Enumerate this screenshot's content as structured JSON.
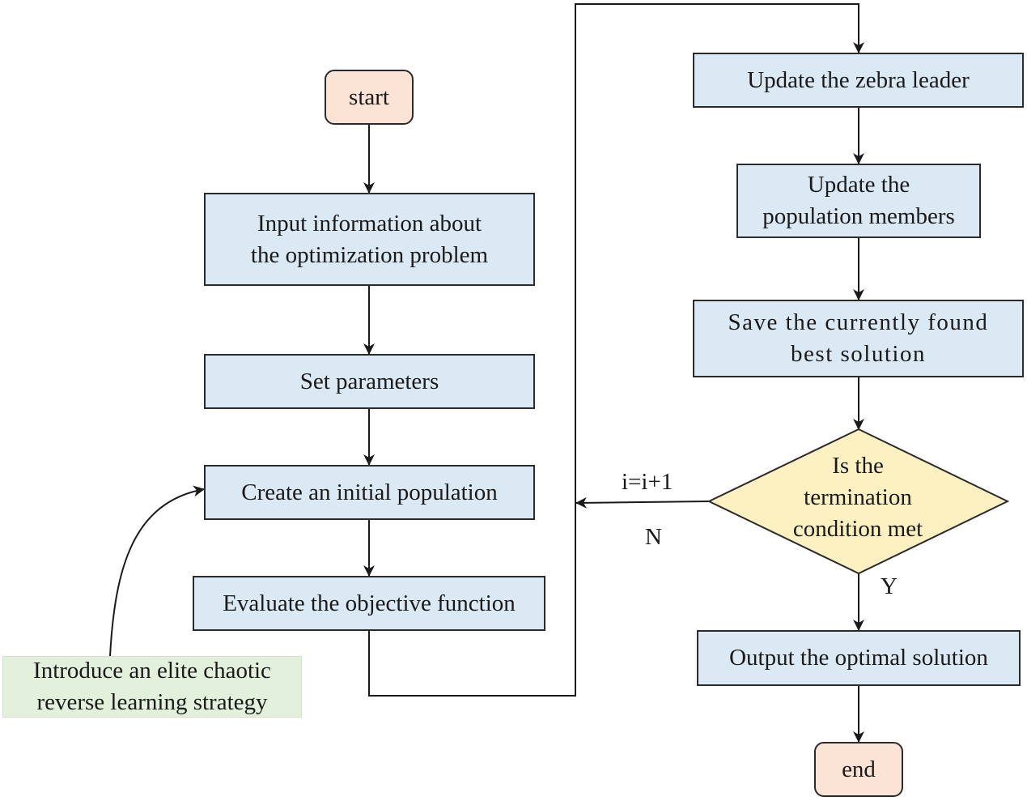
{
  "colors": {
    "process_fill": "#dbe9f5",
    "terminal_fill": "#fbe3d6",
    "decision_fill": "#fdf1c2",
    "note_fill": "#e3f1dc",
    "stroke": "#2b2b2b"
  },
  "nodes": {
    "start": "start",
    "input_line1": "Input information about",
    "input_line2": "the optimization problem",
    "set_params": "Set parameters",
    "create_pop": "Create an initial population",
    "evaluate": "Evaluate the objective function",
    "update_leader": "Update the zebra leader",
    "update_members_line1": "Update the",
    "update_members_line2": "population members",
    "save_best_line1": "Save the currently found",
    "save_best_line2": "best solution",
    "decision_line1": "Is the",
    "decision_line2": "termination",
    "decision_line3": "condition met",
    "output": "Output the optimal solution",
    "end": "end",
    "note_line1": "Introduce an elite chaotic",
    "note_line2": "reverse learning strategy"
  },
  "labels": {
    "increment": "i=i+1",
    "no": "N",
    "yes": "Y"
  }
}
